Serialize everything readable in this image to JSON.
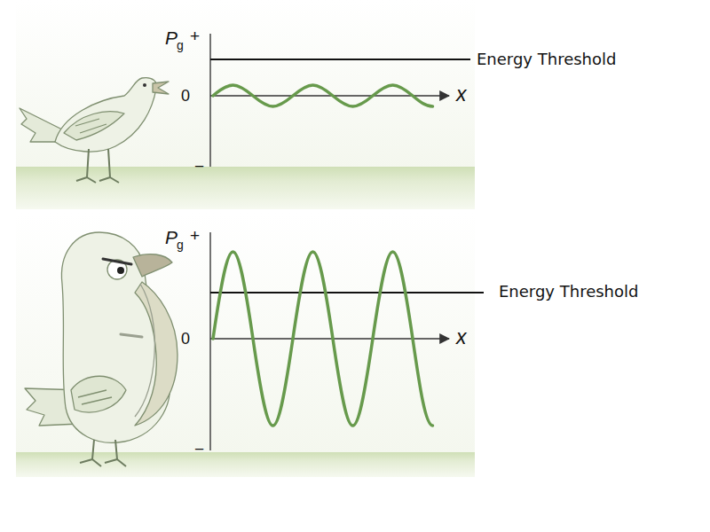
{
  "diagram": {
    "labels": [
      "P",
      "g",
      "+",
      "0",
      "−",
      "x",
      "Energy Threshold",
      "P",
      "g",
      "+",
      "0",
      "−",
      "x",
      "Energy Threshold"
    ]
  }
}
